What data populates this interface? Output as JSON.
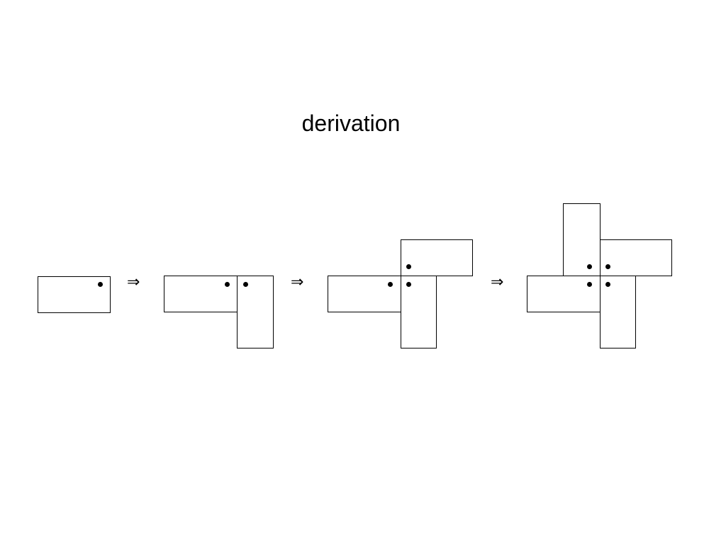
{
  "title": "derivation",
  "arrow_symbol": "⇒",
  "stroke_color": "#000000",
  "background_color": "#ffffff",
  "stages": [
    {
      "name": "stage-1",
      "rect_count": 1,
      "dot_count": 1
    },
    {
      "name": "stage-2",
      "rect_count": 2,
      "dot_count": 2
    },
    {
      "name": "stage-3",
      "rect_count": 3,
      "dot_count": 3
    },
    {
      "name": "stage-4",
      "rect_count": 4,
      "dot_count": 4
    }
  ]
}
